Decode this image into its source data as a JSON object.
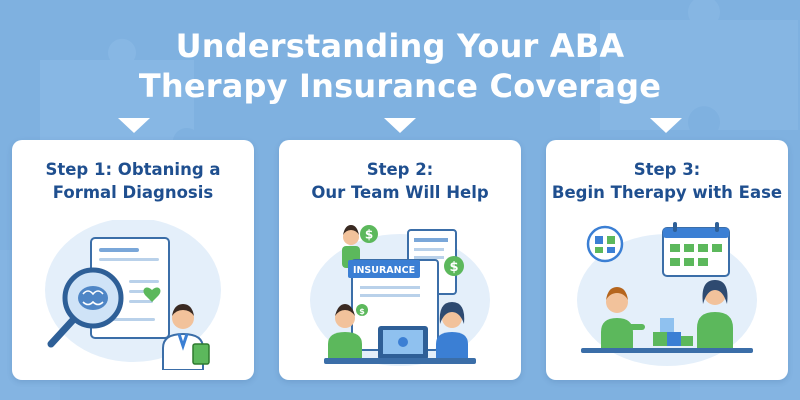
{
  "title": {
    "line1": "Understanding Your ABA",
    "line2": "Therapy Insurance Coverage"
  },
  "steps": [
    {
      "line1": "Step 1: Obtaning a",
      "line2": "Formal Diagnosis",
      "illustration": "diagnosis-illustration"
    },
    {
      "line1": "Step 2:",
      "line2": "Our Team Will Help",
      "illustration": "insurance-team-illustration",
      "sign_text": "INSURANCE"
    },
    {
      "line1": "Step 3:",
      "line2": "Begin Therapy with Ease",
      "illustration": "therapy-play-illustration"
    }
  ],
  "colors": {
    "background": "#7fb1e0",
    "card": "#ffffff",
    "heading": "#1f4f8f",
    "accent_blue": "#3b7fd4",
    "accent_green": "#5cb85c"
  }
}
